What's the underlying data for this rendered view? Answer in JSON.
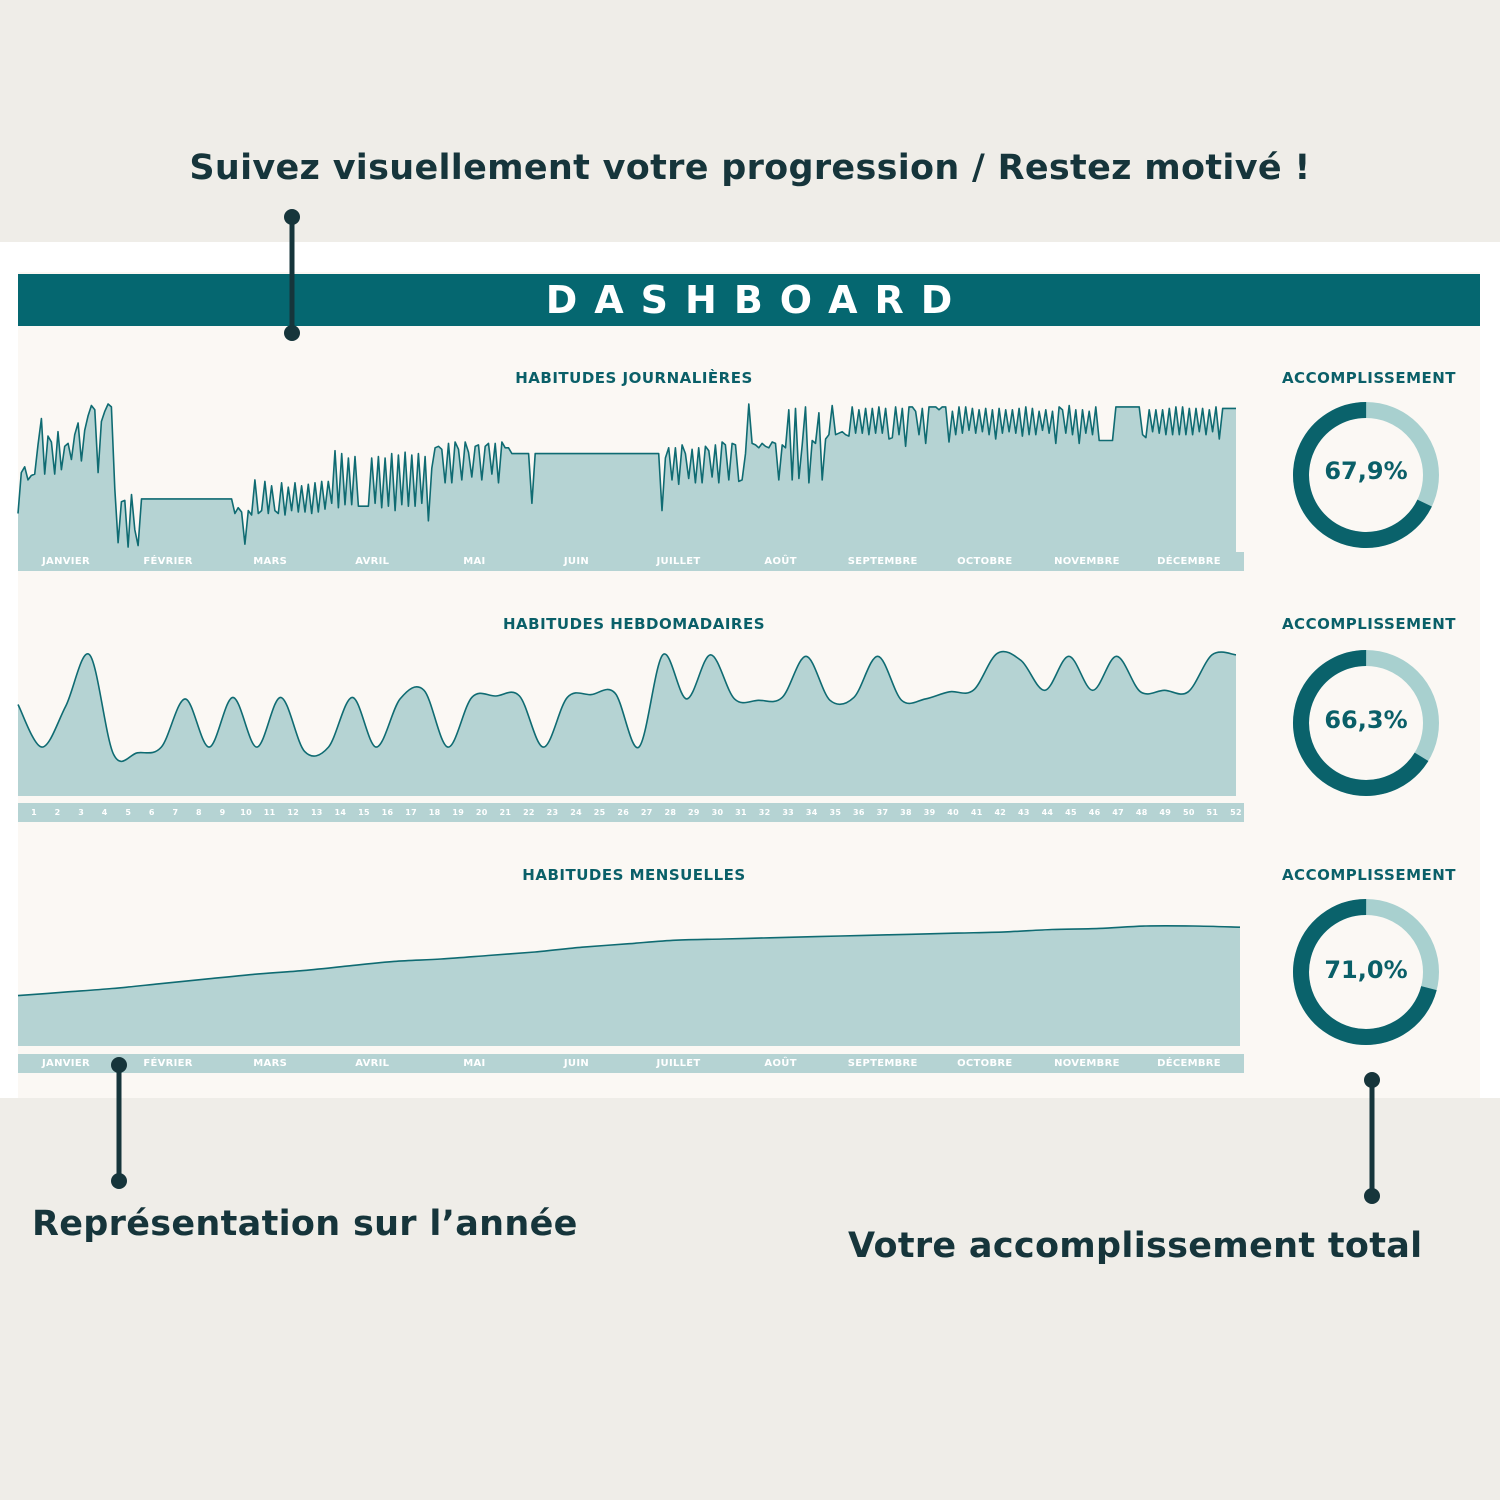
{
  "headline": "Suivez visuellement votre progression / Restez motivé !",
  "caption_left": "Représentation sur l’année",
  "caption_right": "Votre accomplissement total",
  "dashboard": {
    "title": "DASHBOARD",
    "sections": [
      {
        "title": "HABITUDES JOURNALIÈRES",
        "accomplishment_title": "ACCOMPLISSEMENT",
        "accomplishment_label": "67,9%"
      },
      {
        "title": "HABITUDES HEBDOMADAIRES",
        "accomplishment_title": "ACCOMPLISSEMENT",
        "accomplishment_label": "66,3%"
      },
      {
        "title": "HABITUDES MENSUELLES",
        "accomplishment_title": "ACCOMPLISSEMENT",
        "accomplishment_label": "71,0%"
      }
    ]
  },
  "colors": {
    "banner": "#056770",
    "area_fill": "#b5d3d3",
    "line": "#0f6b72",
    "donut_main": "#0a626b",
    "donut_rest": "#a8d0cf",
    "text_dark": "#16353b"
  },
  "chart_data": [
    {
      "type": "area",
      "x_type": "day_of_year",
      "x_range": [
        1,
        365
      ],
      "month_labels": [
        "JANVIER",
        "FÉVRIER",
        "MARS",
        "AVRIL",
        "MAI",
        "JUIN",
        "JUILLET",
        "AOÛT",
        "SEPTEMBRE",
        "OCTOBRE",
        "NOVEMBRE",
        "DÉCEMBRE"
      ],
      "ylim": [
        0,
        1
      ],
      "grid": false,
      "values": [
        0.25,
        0.53,
        0.57,
        0.48,
        0.51,
        0.52,
        0.72,
        0.9,
        0.52,
        0.78,
        0.74,
        0.52,
        0.81,
        0.55,
        0.71,
        0.73,
        0.62,
        0.79,
        0.87,
        0.61,
        0.82,
        0.92,
        0.99,
        0.96,
        0.53,
        0.88,
        0.95,
        1.0,
        0.98,
        0.42,
        0.05,
        0.33,
        0.34,
        0.02,
        0.38,
        0.14,
        0.03,
        0.35,
        0.35,
        0.35,
        0.35,
        0.35,
        0.35,
        0.35,
        0.35,
        0.35,
        0.35,
        0.35,
        0.35,
        0.35,
        0.35,
        0.35,
        0.35,
        0.35,
        0.35,
        0.35,
        0.35,
        0.35,
        0.35,
        0.35,
        0.35,
        0.35,
        0.35,
        0.35,
        0.35,
        0.25,
        0.29,
        0.26,
        0.04,
        0.27,
        0.24,
        0.48,
        0.25,
        0.27,
        0.47,
        0.25,
        0.44,
        0.27,
        0.25,
        0.46,
        0.24,
        0.43,
        0.27,
        0.46,
        0.26,
        0.44,
        0.26,
        0.45,
        0.25,
        0.46,
        0.26,
        0.47,
        0.28,
        0.47,
        0.32,
        0.68,
        0.29,
        0.66,
        0.31,
        0.63,
        0.31,
        0.64,
        0.3,
        0.3,
        0.3,
        0.3,
        0.63,
        0.32,
        0.64,
        0.29,
        0.63,
        0.3,
        0.66,
        0.27,
        0.65,
        0.31,
        0.67,
        0.3,
        0.65,
        0.3,
        0.66,
        0.32,
        0.64,
        0.2,
        0.56,
        0.7,
        0.71,
        0.69,
        0.46,
        0.73,
        0.46,
        0.74,
        0.69,
        0.48,
        0.74,
        0.67,
        0.5,
        0.71,
        0.72,
        0.48,
        0.71,
        0.73,
        0.52,
        0.73,
        0.46,
        0.74,
        0.7,
        0.7,
        0.66,
        0.66,
        0.66,
        0.66,
        0.66,
        0.66,
        0.32,
        0.66,
        0.66,
        0.66,
        0.66,
        0.66,
        0.66,
        0.66,
        0.66,
        0.66,
        0.66,
        0.66,
        0.66,
        0.66,
        0.66,
        0.66,
        0.66,
        0.66,
        0.66,
        0.66,
        0.66,
        0.66,
        0.66,
        0.66,
        0.66,
        0.66,
        0.66,
        0.66,
        0.66,
        0.66,
        0.66,
        0.66,
        0.66,
        0.66,
        0.66,
        0.66,
        0.66,
        0.66,
        0.66,
        0.27,
        0.63,
        0.7,
        0.48,
        0.7,
        0.45,
        0.72,
        0.66,
        0.49,
        0.69,
        0.46,
        0.7,
        0.46,
        0.71,
        0.68,
        0.5,
        0.72,
        0.46,
        0.74,
        0.72,
        0.48,
        0.73,
        0.72,
        0.47,
        0.48,
        0.66,
        1.0,
        0.73,
        0.72,
        0.7,
        0.73,
        0.71,
        0.7,
        0.74,
        0.73,
        0.48,
        0.72,
        0.7,
        0.96,
        0.48,
        0.97,
        0.49,
        0.72,
        0.98,
        0.46,
        0.75,
        0.73,
        0.94,
        0.48,
        0.76,
        0.79,
        0.99,
        0.79,
        0.8,
        0.81,
        0.79,
        0.78,
        0.98,
        0.8,
        0.96,
        0.8,
        0.97,
        0.79,
        0.97,
        0.8,
        0.98,
        0.8,
        0.97,
        0.76,
        0.77,
        0.98,
        0.79,
        0.97,
        0.71,
        0.98,
        0.98,
        0.95,
        0.79,
        0.97,
        0.73,
        0.98,
        0.98,
        0.98,
        0.96,
        0.98,
        0.98,
        0.74,
        0.95,
        0.79,
        0.98,
        0.8,
        0.98,
        0.82,
        0.97,
        0.8,
        0.96,
        0.81,
        0.97,
        0.79,
        0.96,
        0.76,
        0.97,
        0.8,
        0.96,
        0.81,
        0.96,
        0.8,
        0.97,
        0.78,
        0.98,
        0.79,
        0.97,
        0.79,
        0.95,
        0.82,
        0.96,
        0.8,
        0.95,
        0.73,
        0.98,
        0.96,
        0.8,
        0.99,
        0.79,
        0.96,
        0.73,
        0.96,
        0.8,
        0.95,
        0.79,
        0.98,
        0.75,
        0.75,
        0.75,
        0.75,
        0.75,
        0.98,
        0.98,
        0.98,
        0.98,
        0.98,
        0.98,
        0.98,
        0.98,
        0.79,
        0.77,
        0.96,
        0.81,
        0.96,
        0.8,
        0.96,
        0.79,
        0.97,
        0.79,
        0.98,
        0.79,
        0.98,
        0.79,
        0.97,
        0.79,
        0.97,
        0.81,
        0.97,
        0.79,
        0.96,
        0.81,
        0.98,
        0.76,
        0.97,
        0.97,
        0.97,
        0.97,
        0.97
      ]
    },
    {
      "type": "area",
      "x_type": "week",
      "categories": [
        "1",
        "2",
        "3",
        "4",
        "5",
        "6",
        "7",
        "8",
        "9",
        "10",
        "11",
        "12",
        "13",
        "14",
        "15",
        "16",
        "17",
        "18",
        "19",
        "20",
        "21",
        "22",
        "23",
        "24",
        "25",
        "26",
        "27",
        "28",
        "29",
        "30",
        "31",
        "32",
        "33",
        "34",
        "35",
        "36",
        "37",
        "38",
        "39",
        "40",
        "41",
        "42",
        "43",
        "44",
        "45",
        "46",
        "47",
        "48",
        "49",
        "50",
        "51",
        "52"
      ],
      "ylim": [
        0,
        1
      ],
      "grid": false,
      "values": [
        0.63,
        0.33,
        0.62,
        0.98,
        0.28,
        0.29,
        0.33,
        0.67,
        0.33,
        0.68,
        0.33,
        0.68,
        0.3,
        0.33,
        0.68,
        0.33,
        0.67,
        0.73,
        0.33,
        0.68,
        0.69,
        0.69,
        0.33,
        0.68,
        0.7,
        0.71,
        0.33,
        0.98,
        0.67,
        0.98,
        0.67,
        0.66,
        0.68,
        0.97,
        0.66,
        0.68,
        0.97,
        0.66,
        0.67,
        0.72,
        0.73,
        0.99,
        0.94,
        0.73,
        0.97,
        0.73,
        0.97,
        0.72,
        0.73,
        0.72,
        0.98,
        0.98
      ]
    },
    {
      "type": "area",
      "x_type": "day_of_year",
      "x_range": [
        1,
        365
      ],
      "month_labels": [
        "JANVIER",
        "FÉVRIER",
        "MARS",
        "AVRIL",
        "MAI",
        "JUIN",
        "JUILLET",
        "AOÛT",
        "SEPTEMBRE",
        "OCTOBRE",
        "NOVEMBRE",
        "DÉCEMBRE"
      ],
      "ylim": [
        0,
        1
      ],
      "grid": false,
      "values": [
        0.41,
        0.44,
        0.47,
        0.51,
        0.55,
        0.59,
        0.62,
        0.66,
        0.7,
        0.72,
        0.75,
        0.78,
        0.82,
        0.85,
        0.88,
        0.89,
        0.9,
        0.91,
        0.92,
        0.93,
        0.94,
        0.95,
        0.97,
        0.98,
        1.0,
        1.0,
        0.99
      ]
    },
    {
      "type": "pie",
      "title": "ACCOMPLISSEMENT",
      "values": [
        67.9,
        32.1
      ],
      "label": "67,9%"
    },
    {
      "type": "pie",
      "title": "ACCOMPLISSEMENT",
      "values": [
        66.3,
        33.7
      ],
      "label": "66,3%"
    },
    {
      "type": "pie",
      "title": "ACCOMPLISSEMENT",
      "values": [
        71.0,
        29.0
      ],
      "label": "71,0%"
    }
  ]
}
